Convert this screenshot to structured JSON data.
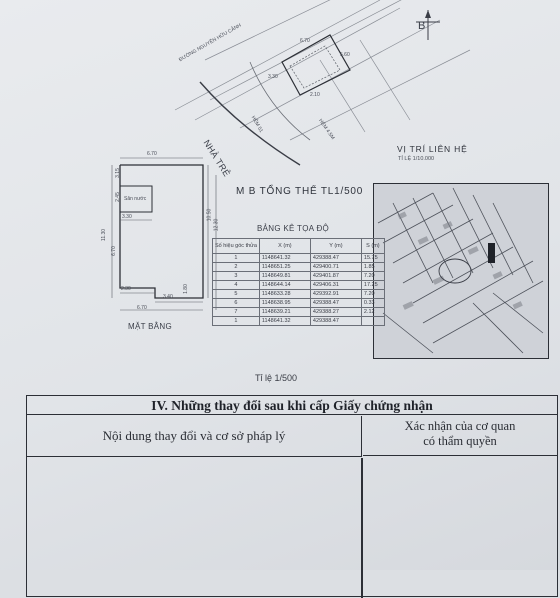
{
  "site_plan": {
    "title": "M B TỔNG THỂ TL1/500",
    "road_name": "NHÀ TRẺ",
    "compass": "B",
    "road_labels": [
      "ĐƯỜNG NGUYỄN HỮU CẢNH",
      "HẺM 51",
      "HẺM 4.5M"
    ],
    "measures": [
      "6.70",
      "3.30",
      "5.60",
      "2.10"
    ]
  },
  "location": {
    "title": "VỊ TRÍ LIÊN HỆ",
    "scale": "TỈ LỆ 1/10.000"
  },
  "floor_plan": {
    "label": "MẶT BẰNG",
    "room_label": "Sân nước",
    "dims": {
      "top": "6.70",
      "a": "3.15",
      "b": "2.45",
      "c": "3.30",
      "left_total": "11.30",
      "left_lower": "6.70",
      "right1": "10.50",
      "right2": "12.30",
      "d": "2.30",
      "e": "3.40",
      "f": "1.80",
      "bottom": "6.70"
    }
  },
  "coord_table": {
    "title": "BẢNG KÊ TỌA ĐỘ",
    "headers": [
      "Số hiệu góc thửa",
      "X (m)",
      "Y (m)",
      "S (m)"
    ],
    "rows": [
      [
        "1",
        "1148641.32",
        "429388.47",
        "15.75"
      ],
      [
        "2",
        "1148651.25",
        "429400.71",
        "1.85"
      ],
      [
        "3",
        "1148649.81",
        "429401.87",
        "7.20"
      ],
      [
        "4",
        "1148644.14",
        "429406.31",
        "17.25"
      ],
      [
        "5",
        "1148633.28",
        "429392.91",
        "7.20"
      ],
      [
        "6",
        "1148638.95",
        "429388.47",
        "0.33"
      ],
      [
        "7",
        "1148639.21",
        "429388.27",
        "2.12"
      ],
      [
        "1",
        "1148641.32",
        "429388.47",
        ""
      ]
    ]
  },
  "scale_label": "Tỉ lệ 1/500",
  "section": {
    "title": "IV. Những thay đổi sau khi cấp Giấy chứng nhận",
    "col_left": "Nội dung thay đổi và cơ sở pháp lý",
    "col_right_line1": "Xác nhận của cơ quan",
    "col_right_line2": "có thẩm quyền"
  }
}
